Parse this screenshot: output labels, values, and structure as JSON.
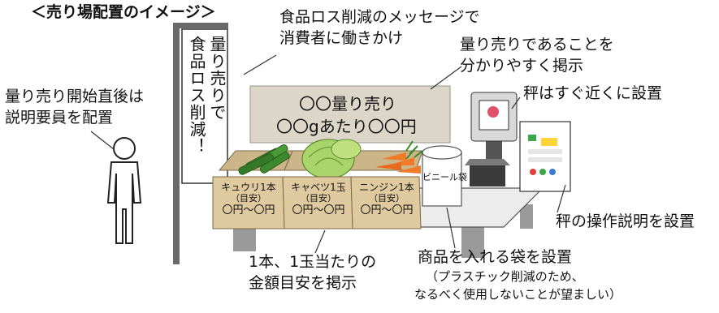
{
  "title": "＜売り場配置のイメージ＞",
  "banner": {
    "col1": "量り売りで",
    "col2": "食品ロス削減！"
  },
  "sign": {
    "line1": "〇〇量り売り",
    "line2": "〇〇gあたり〇〇円"
  },
  "price_cards": [
    {
      "name": "キュウリ1本",
      "note": "（目安）",
      "price": "〇円〜〇円"
    },
    {
      "name": "キャベツ1玉",
      "note": "（目安）",
      "price": "〇円〜〇円"
    },
    {
      "name": "ニンジン1本",
      "note": "（目安）",
      "price": "〇円〜〇円"
    }
  ],
  "bag_label": "ビニール袋",
  "callouts": {
    "message": [
      "食品ロス削減のメッセージで",
      "消費者に働きかけ"
    ],
    "signage": [
      "量り売りであることを",
      "分かりやすく掲示"
    ],
    "scale": "秤はすぐ近くに設置",
    "staff": [
      "量り売り開始直後は",
      "説明要員を配置"
    ],
    "manual": "秤の操作説明を設置",
    "price": [
      "1本、1玉当たりの",
      "金額目安を掲示"
    ],
    "bags": "商品を入れる袋を設置",
    "bags_note": [
      "（プラスチック削減のため、",
      "なるべく使用しないことが望ましい）"
    ]
  },
  "colors": {
    "sign_bg": "#dcd6c9",
    "table_bg": "#ececec",
    "cucumber": "#3d8a2e",
    "cabbage": "#a9d36b",
    "carrot": "#f07a28"
  }
}
